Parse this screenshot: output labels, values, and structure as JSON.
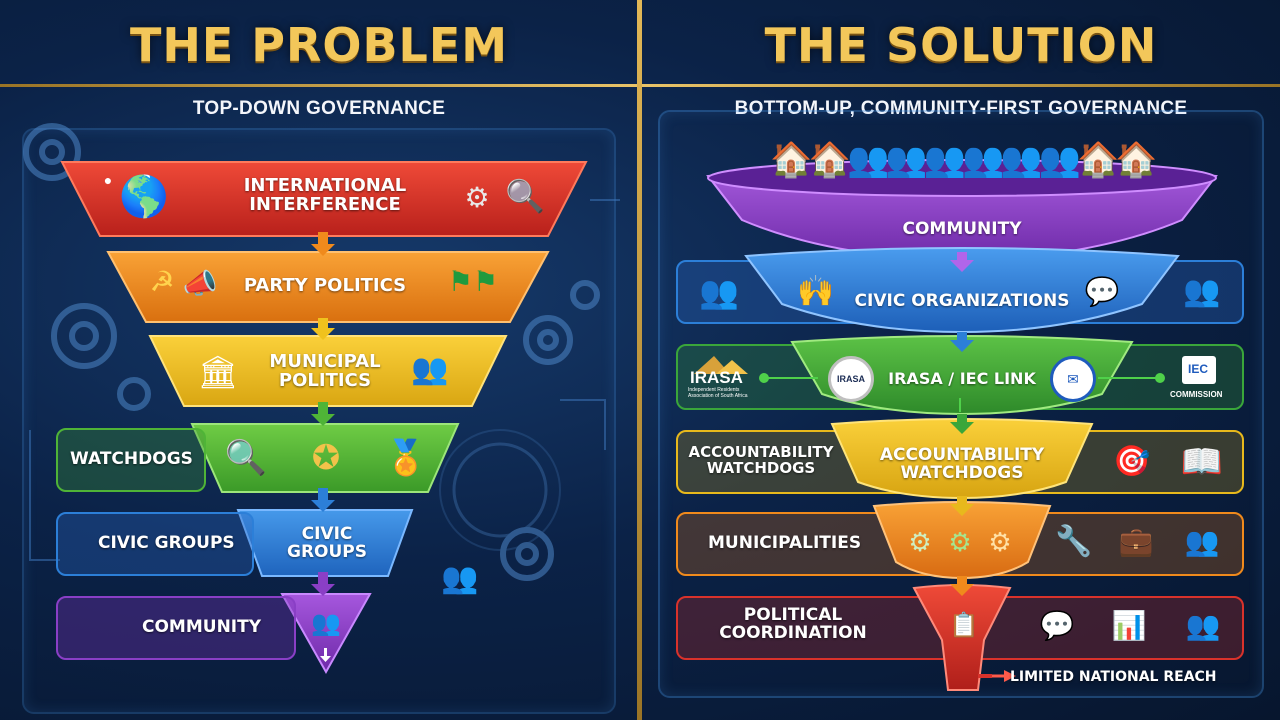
{
  "problem": {
    "title": "THE PROBLEM",
    "subtitle": "TOP-DOWN GOVERNANCE",
    "layers": [
      {
        "label": "INTERNATIONAL\nINTERFERENCE",
        "color": "#d9322b"
      },
      {
        "label": "PARTY POLITICS",
        "color": "#f08a1c"
      },
      {
        "label": "MUNICIPAL\nPOLITICS",
        "color": "#f0c21d"
      },
      {
        "label": "",
        "color": "#4fb437"
      },
      {
        "label": "CIVIC\nGROUPS",
        "color": "#2c7fd8"
      },
      {
        "label": "",
        "color": "#8a3fc6"
      }
    ],
    "side_boxes": [
      {
        "label": "WATCHDOGS",
        "color": "#4fb437"
      },
      {
        "label": "CIVIC GROUPS",
        "color": "#2c7fd8"
      },
      {
        "label": "COMMUNITY",
        "color": "#8a3fc6"
      }
    ]
  },
  "solution": {
    "title": "THE SOLUTION",
    "subtitle": "BOTTOM-UP, COMMUNITY-FIRST GOVERNANCE",
    "layers": [
      {
        "label": "COMMUNITY",
        "color": "#8a3fc6"
      },
      {
        "label": "CIVIC ORGANIZATIONS",
        "color": "#2c7fd8"
      },
      {
        "label": "IRASA / IEC LINK",
        "color": "#3aa63a"
      },
      {
        "label": "ACCOUNTABILITY\nWATCHDOGS",
        "color": "#e8b91c"
      },
      {
        "label": "",
        "color": "#f08a1c"
      },
      {
        "label": "",
        "color": "#d9322b"
      }
    ],
    "side_boxes": [
      {
        "label": "ACCOUNTABILITY\nWATCHDOGS",
        "color": "#e8b91c"
      },
      {
        "label": "MUNICIPALITIES",
        "color": "#f08a1c"
      },
      {
        "label": "POLITICAL\nCOORDINATION",
        "color": "#d9322b"
      }
    ],
    "irasa_logo": "IRASA",
    "irasa_tagline": "Independent Residents\nAssociation of South Africa",
    "iec_logo": "IEC",
    "iec_caption": "COMMISSION",
    "bottom_note": "LIMITED NATIONAL REACH"
  }
}
